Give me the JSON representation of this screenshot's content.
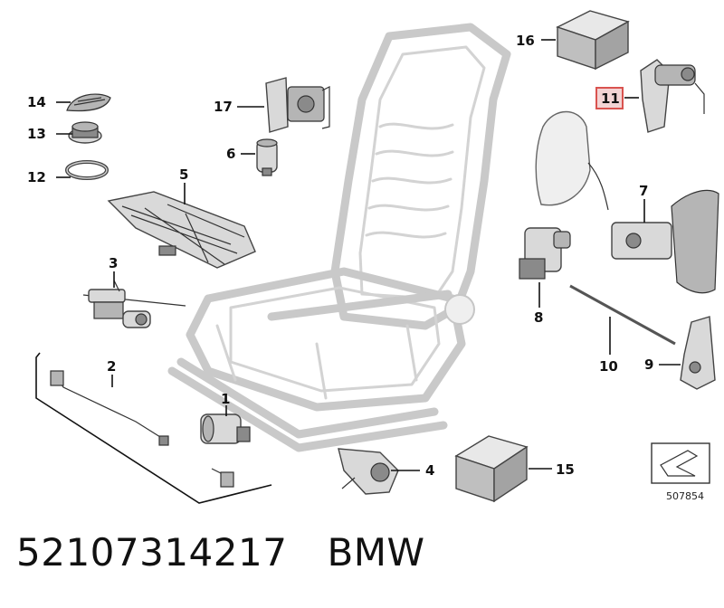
{
  "diagram": {
    "callouts": {
      "p1": "1",
      "p2": "2",
      "p3": "3",
      "p4": "4",
      "p5": "5",
      "p6": "6",
      "p7": "7",
      "p8": "8",
      "p9": "9",
      "p10": "10",
      "p11": "11",
      "p12": "12",
      "p13": "13",
      "p14": "14",
      "p15": "15",
      "p16": "16",
      "p17": "17"
    },
    "highlighted_callout": "11",
    "highlight_color": "#d9534f",
    "reference_number": "507854"
  },
  "footer": {
    "part_number": "52107314217",
    "brand": "BMW"
  }
}
